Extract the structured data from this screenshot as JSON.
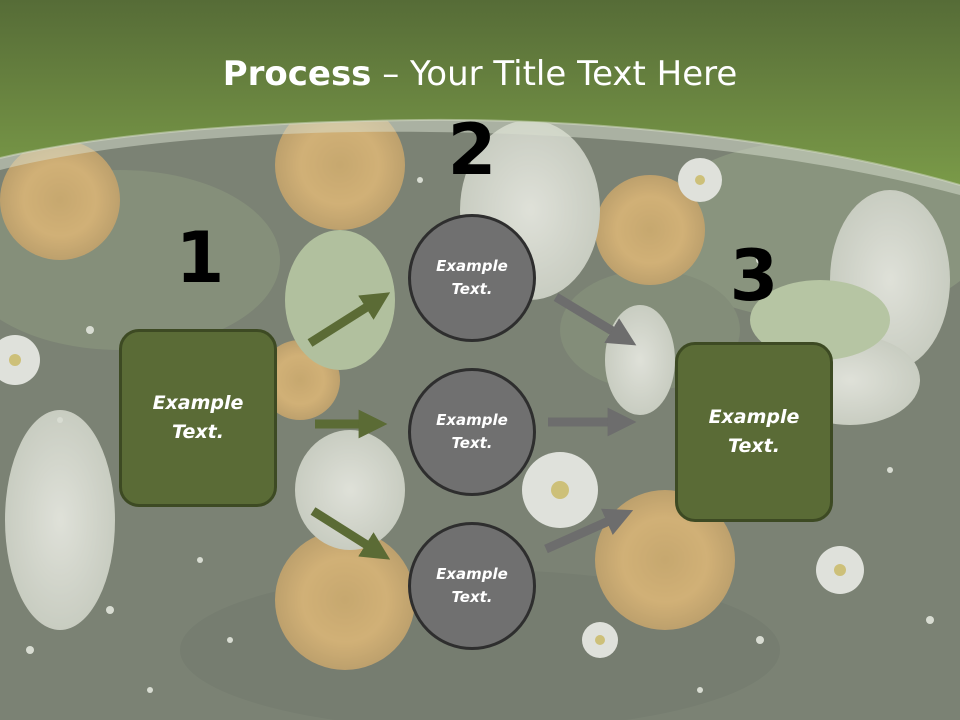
{
  "slide": {
    "title_bold": "Process",
    "title_rest": " – Your Title Text Here",
    "colors": {
      "header_green": "#6a8a3f",
      "box_green": "#5a6b36",
      "circle_gray": "#707070",
      "arrow_green": "#5b6b35",
      "arrow_gray": "#6d6d6d"
    }
  },
  "steps": {
    "n1": "1",
    "n2": "2",
    "n3": "3"
  },
  "nodes": {
    "left_box": {
      "line1": "Example",
      "line2": "Text."
    },
    "circle_top": {
      "line1": "Example",
      "line2": "Text."
    },
    "circle_mid": {
      "line1": "Example",
      "line2": "Text."
    },
    "circle_bot": {
      "line1": "Example",
      "line2": "Text."
    },
    "right_box": {
      "line1": "Example",
      "line2": "Text."
    }
  }
}
